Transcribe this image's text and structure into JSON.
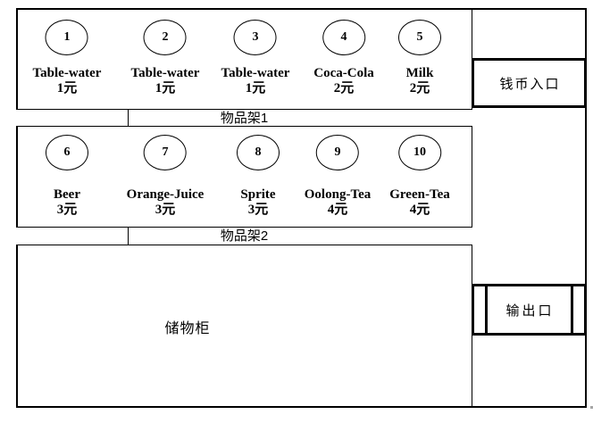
{
  "colors": {
    "background": "#ffffff",
    "line": "#000000"
  },
  "shelves": [
    {
      "label": "物品架1",
      "products": [
        {
          "number": "1",
          "name": "Table-water",
          "price": "1元"
        },
        {
          "number": "2",
          "name": "Table-water",
          "price": "1元"
        },
        {
          "number": "3",
          "name": "Table-water",
          "price": "1元"
        },
        {
          "number": "4",
          "name": "Coca-Cola",
          "price": "2元"
        },
        {
          "number": "5",
          "name": "Milk",
          "price": "2元"
        }
      ]
    },
    {
      "label": "物品架2",
      "products": [
        {
          "number": "6",
          "name": "Beer",
          "price": "3元"
        },
        {
          "number": "7",
          "name": "Orange-Juice",
          "price": "3元"
        },
        {
          "number": "8",
          "name": "Sprite",
          "price": "3元"
        },
        {
          "number": "9",
          "name": "Oolong-Tea",
          "price": "4元"
        },
        {
          "number": "10",
          "name": "Green-Tea",
          "price": "4元"
        }
      ]
    }
  ],
  "storage": {
    "label": "储物柜"
  },
  "coin_inlet": {
    "label": "钱币入口"
  },
  "outlet": {
    "label": "输出口"
  }
}
